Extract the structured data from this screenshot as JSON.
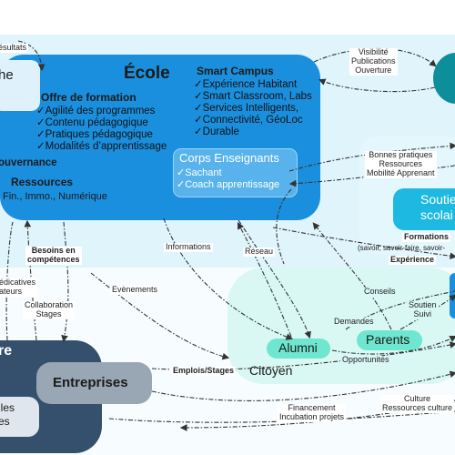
{
  "ecole": {
    "title": "École",
    "offre_title": "Offre de formation",
    "offre_items": [
      "✓Agilité des programmes",
      "✓Contenu pédagogique",
      "✓Pratiques pédagogique",
      "✓Modalités d’apprentissage"
    ],
    "gouvernance": "ouvernance",
    "ressources_title": "Ressources",
    "ressources_text": "Fin., Immo., Numérique",
    "smart_campus_title": "Smart Campus",
    "smart_campus_items": [
      "✓Expérience Habitant",
      "✓Smart Classroom, Labs",
      "✓Services Intelligents,",
      "✓Connectivité, GéoLoc",
      "✓Durable"
    ],
    "corps_title": "Corps Enseignants",
    "corps_items": [
      "✓Sachant",
      "✓Coach apprentissage"
    ],
    "topleft_text": "he"
  },
  "nodes": {
    "soutien_line1": "Soutie",
    "soutien_line2": "scolai",
    "alumni": "Alumni",
    "parents": "Parents",
    "citoyen": "Citoyen",
    "entreprises": "Entreprises",
    "ent_blob_text": "re",
    "elles_line1": "lles",
    "elles_line2": "es"
  },
  "edge_labels": {
    "resultats": "ésultats",
    "visibilite": [
      "Visibilité",
      "Publications",
      "Ouverture"
    ],
    "bonnes_pratiques": [
      "Bonnes pratiques",
      "Ressources",
      "Mobilité Apprenant"
    ],
    "formations_title": "Formations",
    "formations_sub": "(savoir, savoir-faire, savoir-",
    "experience": "Expérience",
    "informations": "Informations",
    "reseau": "Réseau",
    "besoins": [
      "Besoins en",
      "compétences"
    ],
    "educatives": [
      "édicatives",
      "ateurs"
    ],
    "collaboration": [
      "Collaboration",
      "Stages"
    ],
    "evenements": "Evènements",
    "conseils": "Conseils",
    "soutien_suivi": [
      "Soutien",
      "Suivi"
    ],
    "demandes": "Demandes",
    "opportunites": "Opportunités",
    "emplois": "Emplois/Stages",
    "financement": [
      "Financement",
      "Incubation projets"
    ],
    "culture": [
      "Culture",
      "Ressources culture"
    ]
  },
  "colors": {
    "ecole_blue": "#1a8fde",
    "corps_blue": "#58b3ec",
    "background_band": "#dff4fb",
    "city_zone": "#d9f8f3",
    "alumni_parents_pill": "#6fe6cf",
    "entreprises_dark": "#34506c",
    "entreprises_box": "#99a6b3",
    "teal": "#0c8f9b"
  }
}
